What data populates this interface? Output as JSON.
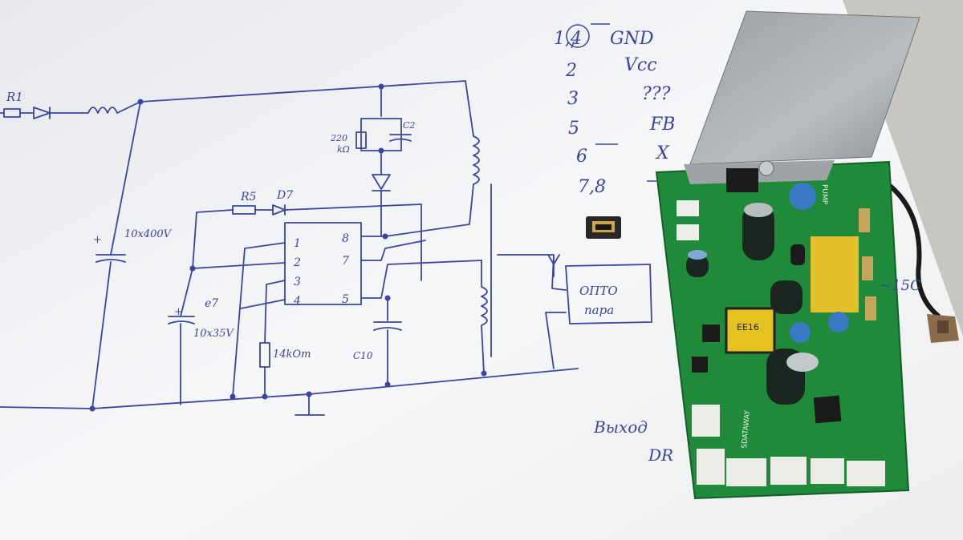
{
  "schematic": {
    "r1": "R1",
    "r5": "R5",
    "d7": "D7",
    "c2": "C2",
    "r_snubber": [
      "220",
      "kΩ"
    ],
    "bulk_cap": "10x400V",
    "bulk_cap_plus": "+",
    "c7": "e7",
    "c7_value": "10x35V",
    "c7_plus": "+",
    "r_sense": "14kOm",
    "c10": "C10",
    "ic_pins_left": [
      "1",
      "2",
      "3",
      "4"
    ],
    "ic_pins_right": [
      "8",
      "7",
      "5"
    ],
    "opto": [
      "ОПТО",
      "пара"
    ]
  },
  "pinout_notes": [
    {
      "pins": "1,4",
      "desc": "GND"
    },
    {
      "pins": "2",
      "desc": "Vcc"
    },
    {
      "pins": "3",
      "desc": "???"
    },
    {
      "pins": "5",
      "desc": "FB"
    },
    {
      "pins": "6",
      "desc": "X"
    },
    {
      "pins": "7,8",
      "desc": ""
    }
  ],
  "side_notes": {
    "output": "Выход",
    "dr": "DR",
    "voltage": "~15С"
  },
  "pcb": {
    "brand": "SDATAWAY",
    "label": "PUMP",
    "transformer": "EE16"
  },
  "colors": {
    "ink": "#3b45a0",
    "pcb": "#1f8a3a",
    "paper": "#f4f5f7"
  }
}
